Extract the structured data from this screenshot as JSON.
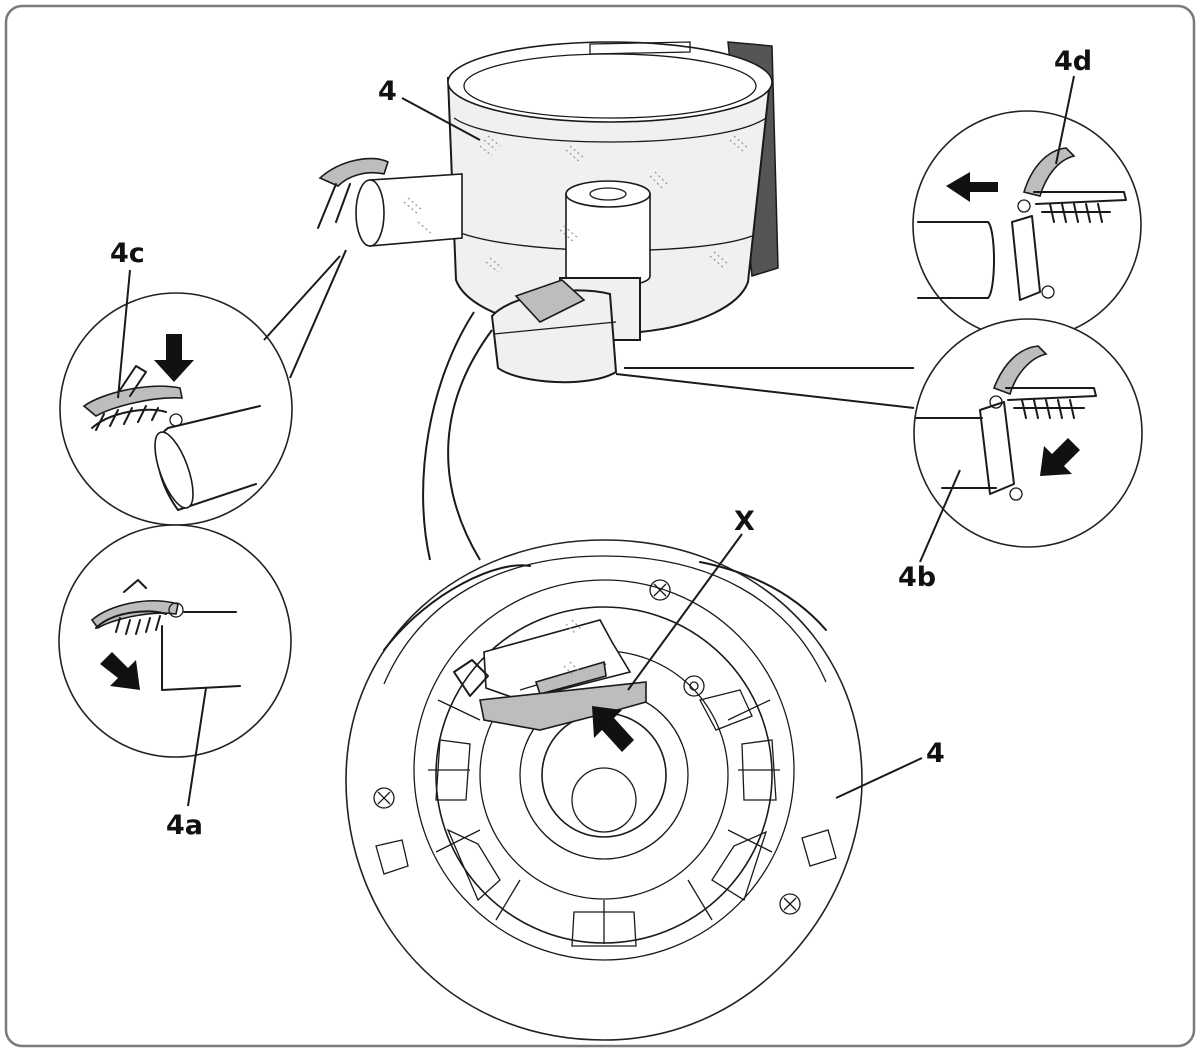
{
  "labels": {
    "tank_top": "4",
    "detail_4c": "4c",
    "detail_4d": "4d",
    "detail_4a": "4a",
    "detail_4b": "4b",
    "marker_x": "X",
    "tank_bottom": "4"
  },
  "icons": {
    "arrow_4c": "arrow-down-icon",
    "arrow_4d": "arrow-left-icon",
    "arrow_4a": "arrow-down-right-icon",
    "arrow_4b": "arrow-down-left-icon",
    "arrow_base": "arrow-up-left-icon"
  },
  "colors": {
    "line": "#1a1a1a",
    "frame": "#7a7a7a",
    "fill_light": "#f0f0f0",
    "fill_grey": "#bdbdbd"
  }
}
